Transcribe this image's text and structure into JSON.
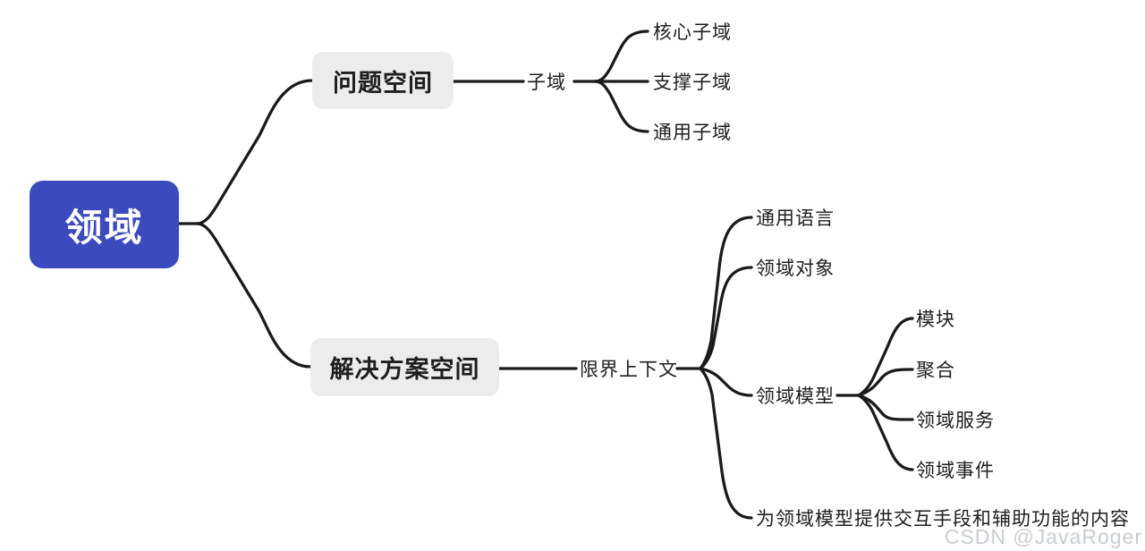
{
  "colors": {
    "background": "#ffffff",
    "root_bg": "#3b4bbe",
    "root_text": "#ffffff",
    "branch_bg": "#ececec",
    "text": "#1e1e1f",
    "line": "#1a1a1a",
    "watermark": "#c8cdd2"
  },
  "tree": {
    "label": "领域",
    "children": [
      {
        "label": "问题空间",
        "children": [
          {
            "label": "子域",
            "children": [
              {
                "label": "核心子域"
              },
              {
                "label": "支撑子域"
              },
              {
                "label": "通用子域"
              }
            ]
          }
        ]
      },
      {
        "label": "解决方案空间",
        "children": [
          {
            "label": "限界上下文",
            "children": [
              {
                "label": "通用语言"
              },
              {
                "label": "领域对象"
              },
              {
                "label": "领域模型",
                "children": [
                  {
                    "label": "模块"
                  },
                  {
                    "label": "聚合"
                  },
                  {
                    "label": "领域服务"
                  },
                  {
                    "label": "领域事件"
                  }
                ]
              },
              {
                "label": "为领域模型提供交互手段和辅助功能的内容"
              }
            ]
          }
        ]
      }
    ]
  },
  "watermark": {
    "text": "CSDN @JavaRoger"
  }
}
